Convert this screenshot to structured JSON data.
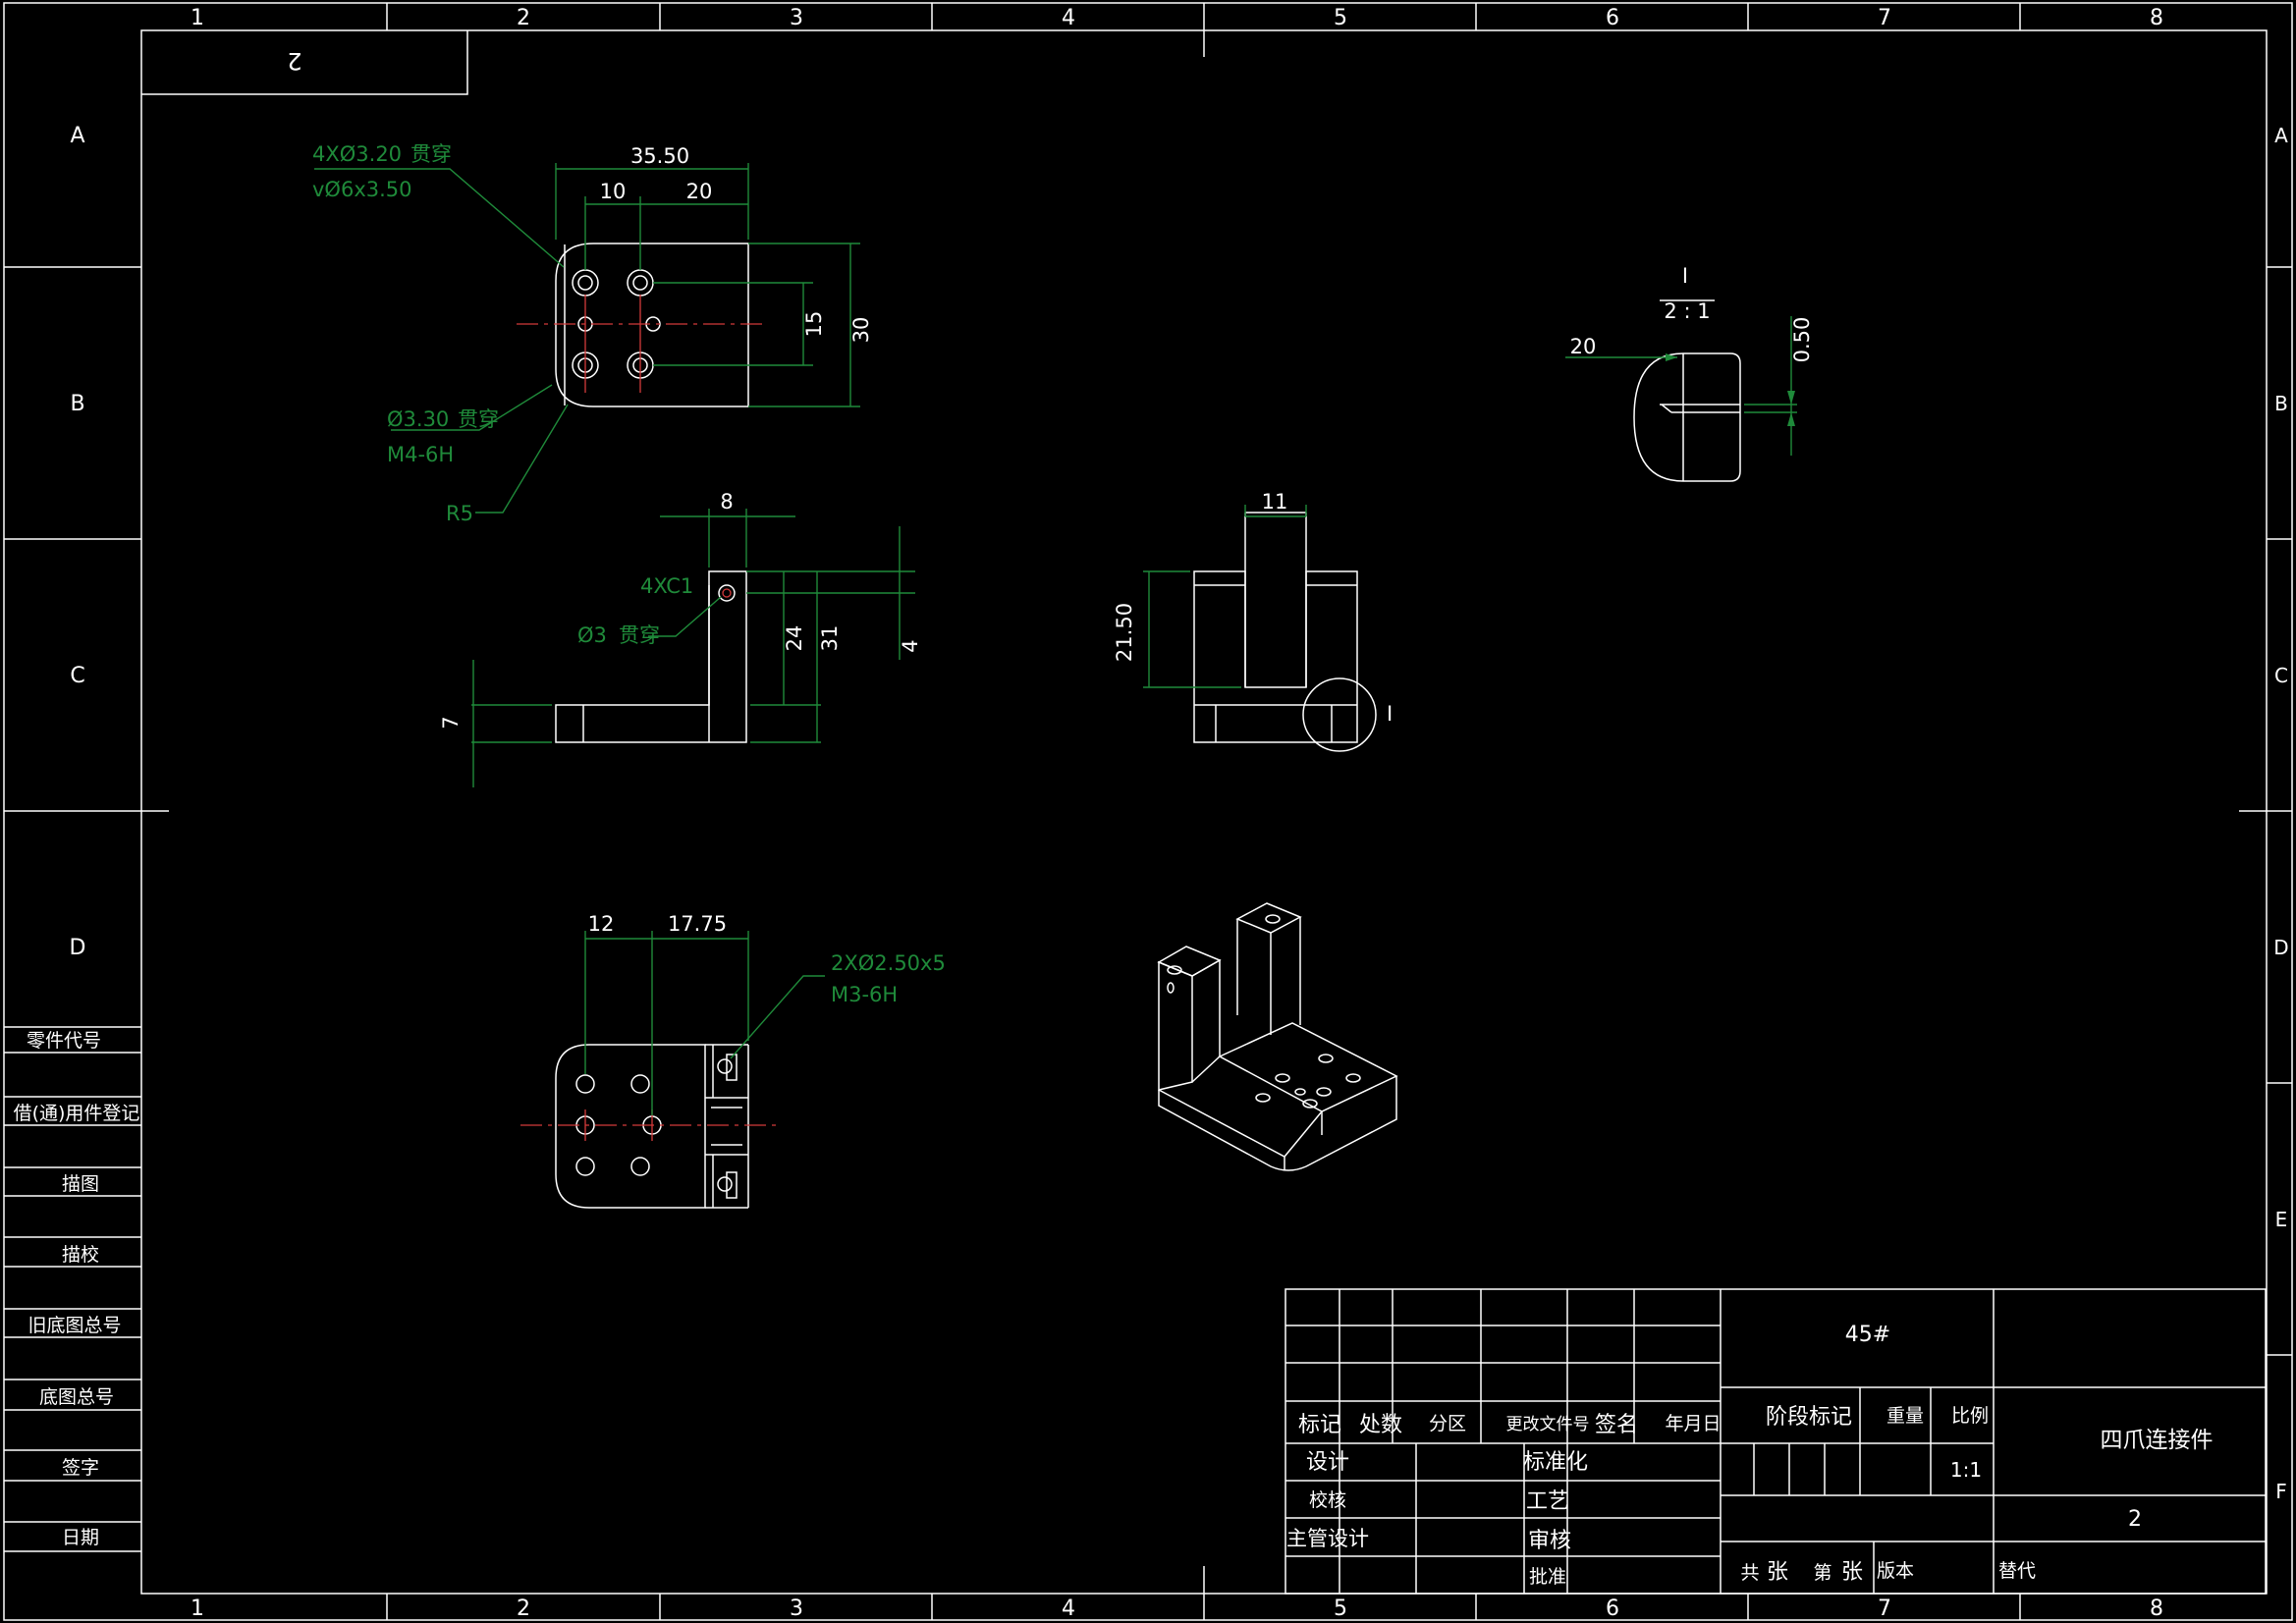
{
  "sheet": {
    "columns": [
      "1",
      "2",
      "3",
      "4",
      "5",
      "6",
      "7",
      "8"
    ],
    "rows": [
      "A",
      "B",
      "C",
      "D",
      "E",
      "F"
    ],
    "corner_code": "2"
  },
  "left_strip": {
    "labels": [
      "零件代号",
      "借(通)用件登记",
      "描图",
      "描校",
      "旧底图总号",
      "底图总号",
      "签字",
      "日期"
    ]
  },
  "views": {
    "top_view": {
      "dims": {
        "overall": "35.50",
        "pitch_a": "10",
        "pitch_b": "20",
        "hole_span": "15",
        "height": "30"
      },
      "notes": {
        "holes_line1": "4XØ3.20",
        "holes_line1_cn": "贯穿",
        "holes_line2": "vØ6x3.50",
        "tap_line1": "Ø3.30",
        "tap_line1_cn": "贯穿",
        "tap_line2": "M4-6H",
        "radius": "R5"
      }
    },
    "side_view": {
      "dims": {
        "top_width": "8",
        "tall_a": "24",
        "tall_b": "31",
        "small": "4",
        "base": "7"
      },
      "notes": {
        "chamfer": "4XC1",
        "hole": "Ø3",
        "hole_cn": "贯穿"
      }
    },
    "front_view": {
      "dims": {
        "slot_width": "11",
        "slot_depth": "21.50"
      },
      "detail_marker": "I"
    },
    "detail_view": {
      "label": "I",
      "scale": "2 : 1",
      "dims": {
        "left": "20",
        "right": "0.50"
      }
    },
    "bottom_view": {
      "dims": {
        "left": "12",
        "right": "17.75"
      },
      "notes": {
        "holes_line1": "2XØ2.50x5",
        "holes_line2": "M3-6H"
      }
    }
  },
  "title_block": {
    "material": "45#",
    "part_name": "四爪连接件",
    "drawing_no": "2",
    "scale_value": "1:1",
    "headers": {
      "mark": "标记",
      "count": "处数",
      "zone": "分区",
      "doc_no": "更改文件号",
      "sign": "签名",
      "date": "年月日"
    },
    "roles": {
      "design": "设计",
      "check": "校核",
      "chief_design": "主管设计",
      "standard": "标准化",
      "process": "工艺",
      "review": "审核",
      "approve": "批准"
    },
    "stage_mark": "阶段标记",
    "weight": "重量",
    "scale_label": "比例",
    "sheets_total": "共",
    "sheets_unit_a": "张",
    "sheet_no": "第",
    "sheets_unit_b": "张",
    "version": "版本",
    "replace": "替代"
  }
}
